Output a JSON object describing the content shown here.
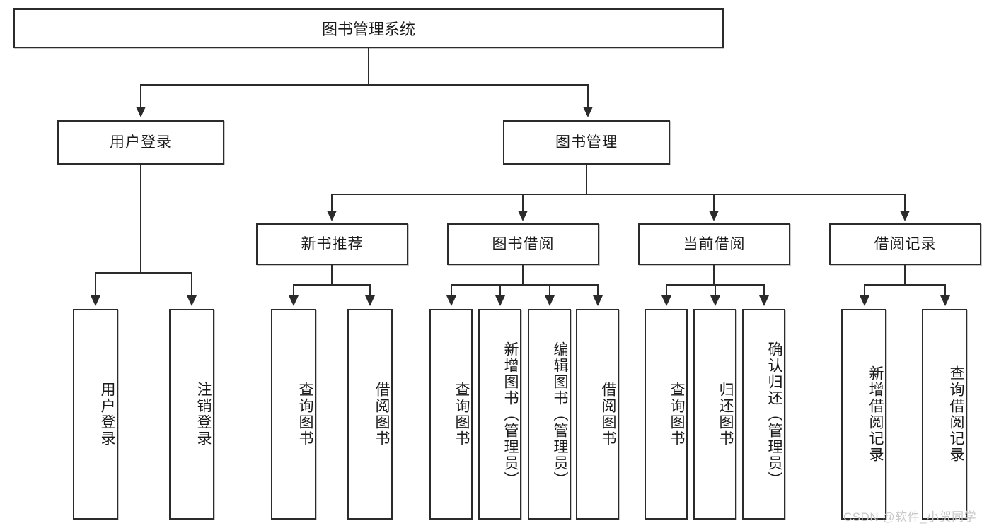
{
  "diagram": {
    "title": "图书管理系统",
    "type": "tree-hierarchy-diagram",
    "colors": {
      "stroke": "#2b2b2b",
      "fill": "#ffffff",
      "text": "#1a1a1a",
      "watermark": "#c8c8c8"
    },
    "root": {
      "label": "图书管理系统"
    },
    "level2": [
      {
        "label": "用户登录"
      },
      {
        "label": "图书管理"
      }
    ],
    "level3": [
      {
        "label": "新书推荐"
      },
      {
        "label": "图书借阅"
      },
      {
        "label": "当前借阅"
      },
      {
        "label": "借阅记录"
      }
    ],
    "leaves": {
      "user_login": [
        {
          "label": "用户登录"
        },
        {
          "label": "注销登录"
        }
      ],
      "new_book_recommend": [
        {
          "label": "查询图书"
        },
        {
          "label": "借阅图书"
        }
      ],
      "book_borrow": [
        {
          "label": "查询图书"
        },
        {
          "label": "新增图书（管理员）"
        },
        {
          "label": "编辑图书（管理员）"
        },
        {
          "label": "借阅图书"
        }
      ],
      "current_borrow": [
        {
          "label": "查询图书"
        },
        {
          "label": "归还图书"
        },
        {
          "label": "确认归还（管理员）"
        }
      ],
      "borrow_record": [
        {
          "label": "新增借阅记录"
        },
        {
          "label": "查询借阅记录"
        }
      ]
    }
  },
  "watermark": {
    "text": "CSDN @软件_小贺同学"
  }
}
